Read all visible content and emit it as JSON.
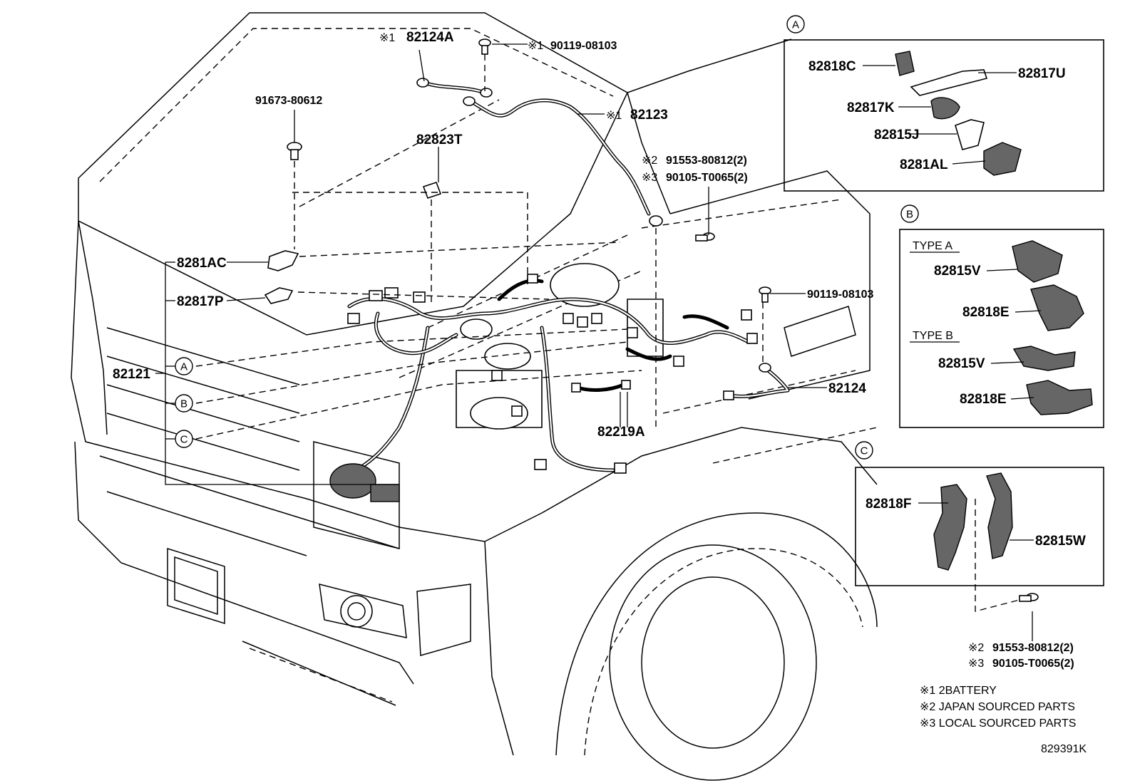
{
  "labels": {
    "harness_main": "82121",
    "bracket_ac": "8281AC",
    "clamp_p": "82817P",
    "bolt_91673": "91673-80612",
    "cap_t": "82823T",
    "wire_a": "82124A",
    "wire_a_mark": "※1",
    "bolt_top": "90119-08103",
    "bolt_top_mark": "※1",
    "cable_82123": "82123",
    "cable_82123_mark": "※1",
    "bolt_91553_top": "91553-80812(2)",
    "bolt_91553_top_mark": "※2",
    "bolt_90105_top": "90105-T0065(2)",
    "bolt_90105_top_mark": "※3",
    "bolt_right": "90119-08103",
    "wire_82124": "82124",
    "wire_82219a": "82219A",
    "bolt_91553_bottom": "91553-80812(2)",
    "bolt_91553_bottom_mark": "※2",
    "bolt_90105_bottom": "90105-T0065(2)",
    "bolt_90105_bottom_mark": "※3"
  },
  "callouts": {
    "a": "A",
    "b": "B",
    "c": "C"
  },
  "inset_a": {
    "letter": "A",
    "parts": [
      "82818C",
      "82817U",
      "82817K",
      "82815J",
      "8281AL"
    ]
  },
  "inset_b": {
    "letter": "B",
    "type_a": "TYPE A",
    "type_b": "TYPE B",
    "parts_type_a": [
      "82815V",
      "82818E"
    ],
    "parts_type_b": [
      "82815V",
      "82818E"
    ]
  },
  "inset_c": {
    "letter": "C",
    "parts": [
      "82818F",
      "82815W"
    ]
  },
  "notes": [
    "※1 2BATTERY",
    "※2 JAPAN SOURCED PARTS",
    "※3 LOCAL SOURCED PARTS"
  ],
  "figure_code": "829391K"
}
